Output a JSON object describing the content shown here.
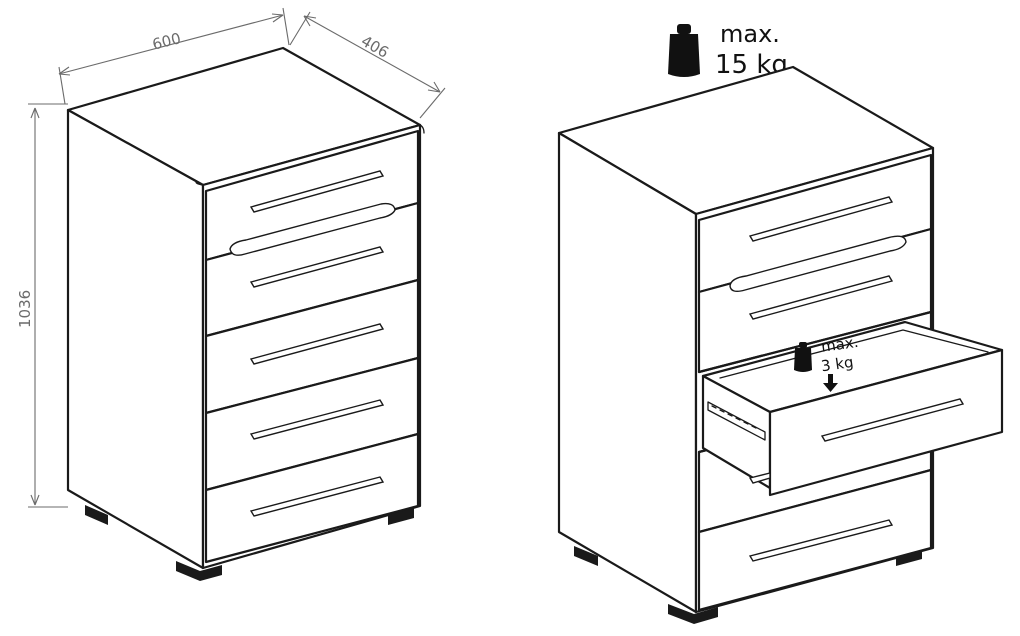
{
  "dimensions": {
    "width": "600",
    "depth": "406",
    "height": "1036"
  },
  "load_labels": {
    "top_max": "max.",
    "top_weight": "15 kg",
    "drawer_max": "max.",
    "drawer_weight": "3 kg"
  },
  "icons": [
    "weight-icon",
    "down-arrow-icon"
  ],
  "colors": {
    "line": "#1a1a1a",
    "dimension": "#6b6b6b",
    "background": "#ffffff"
  }
}
